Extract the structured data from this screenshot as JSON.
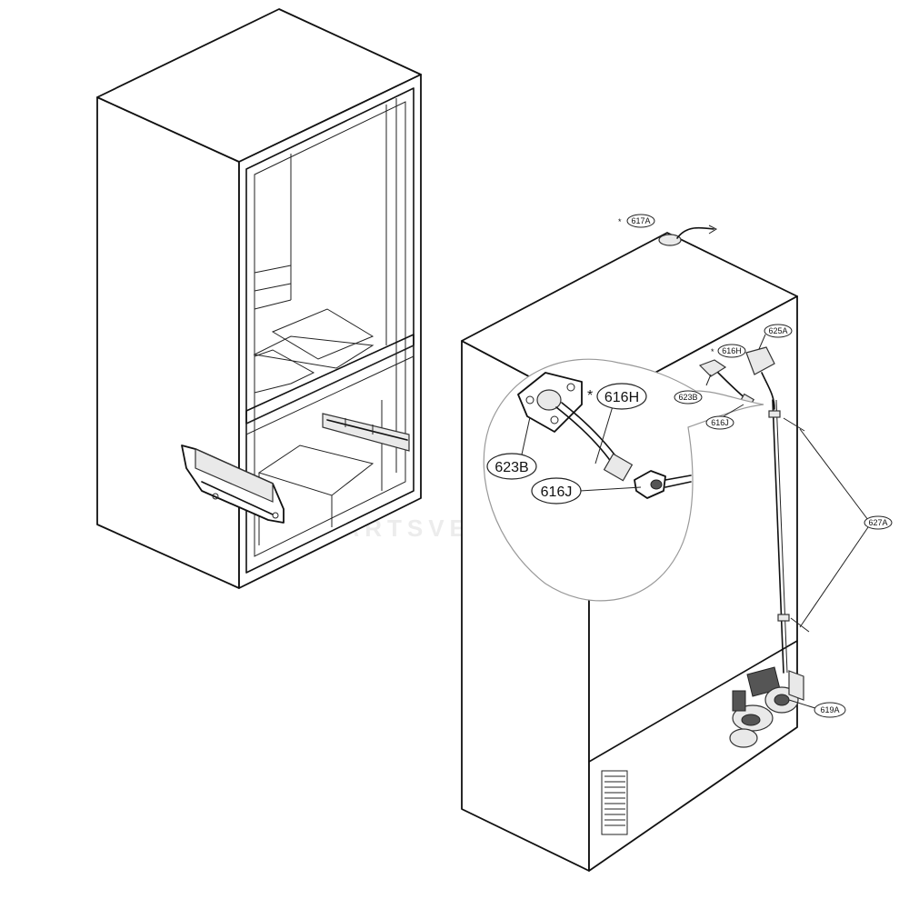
{
  "labels": {
    "part_617A": "617A",
    "part_625A": "625A",
    "part_616H_small": "616H",
    "part_623B_small": "623B",
    "part_616J_small": "616J",
    "part_627A": "627A",
    "part_619A": "619A",
    "part_623B_detail": "623B",
    "part_616H_detail": "616H",
    "part_616J_detail": "616J",
    "asterisk": "*"
  },
  "watermark": "PARTSVENTURE"
}
